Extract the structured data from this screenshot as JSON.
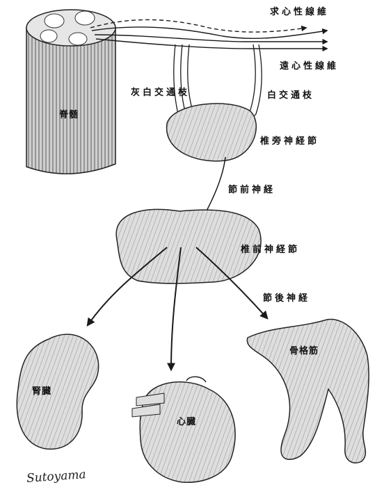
{
  "labels": {
    "afferent_fiber": "求心性線維",
    "efferent_fiber": "遠心性線維",
    "gray_ramus": "灰白交通枝",
    "white_ramus": "白交通枝",
    "spinal_cord": "脊髄",
    "paravertebral_ganglion": "椎旁神経節",
    "preganglionic_nerve": "節前神経",
    "prevertebral_ganglion": "椎前神経節",
    "postganglionic_nerve": "節後神経",
    "kidney": "腎臓",
    "heart": "心臓",
    "skeletal_muscle": "骨格筋"
  },
  "signature": "Sutoyama",
  "colors": {
    "ink": "#1a1a1a",
    "organ_fill": "#d9d9d9",
    "organ_shade": "#8a8a8a",
    "background": "#ffffff"
  }
}
